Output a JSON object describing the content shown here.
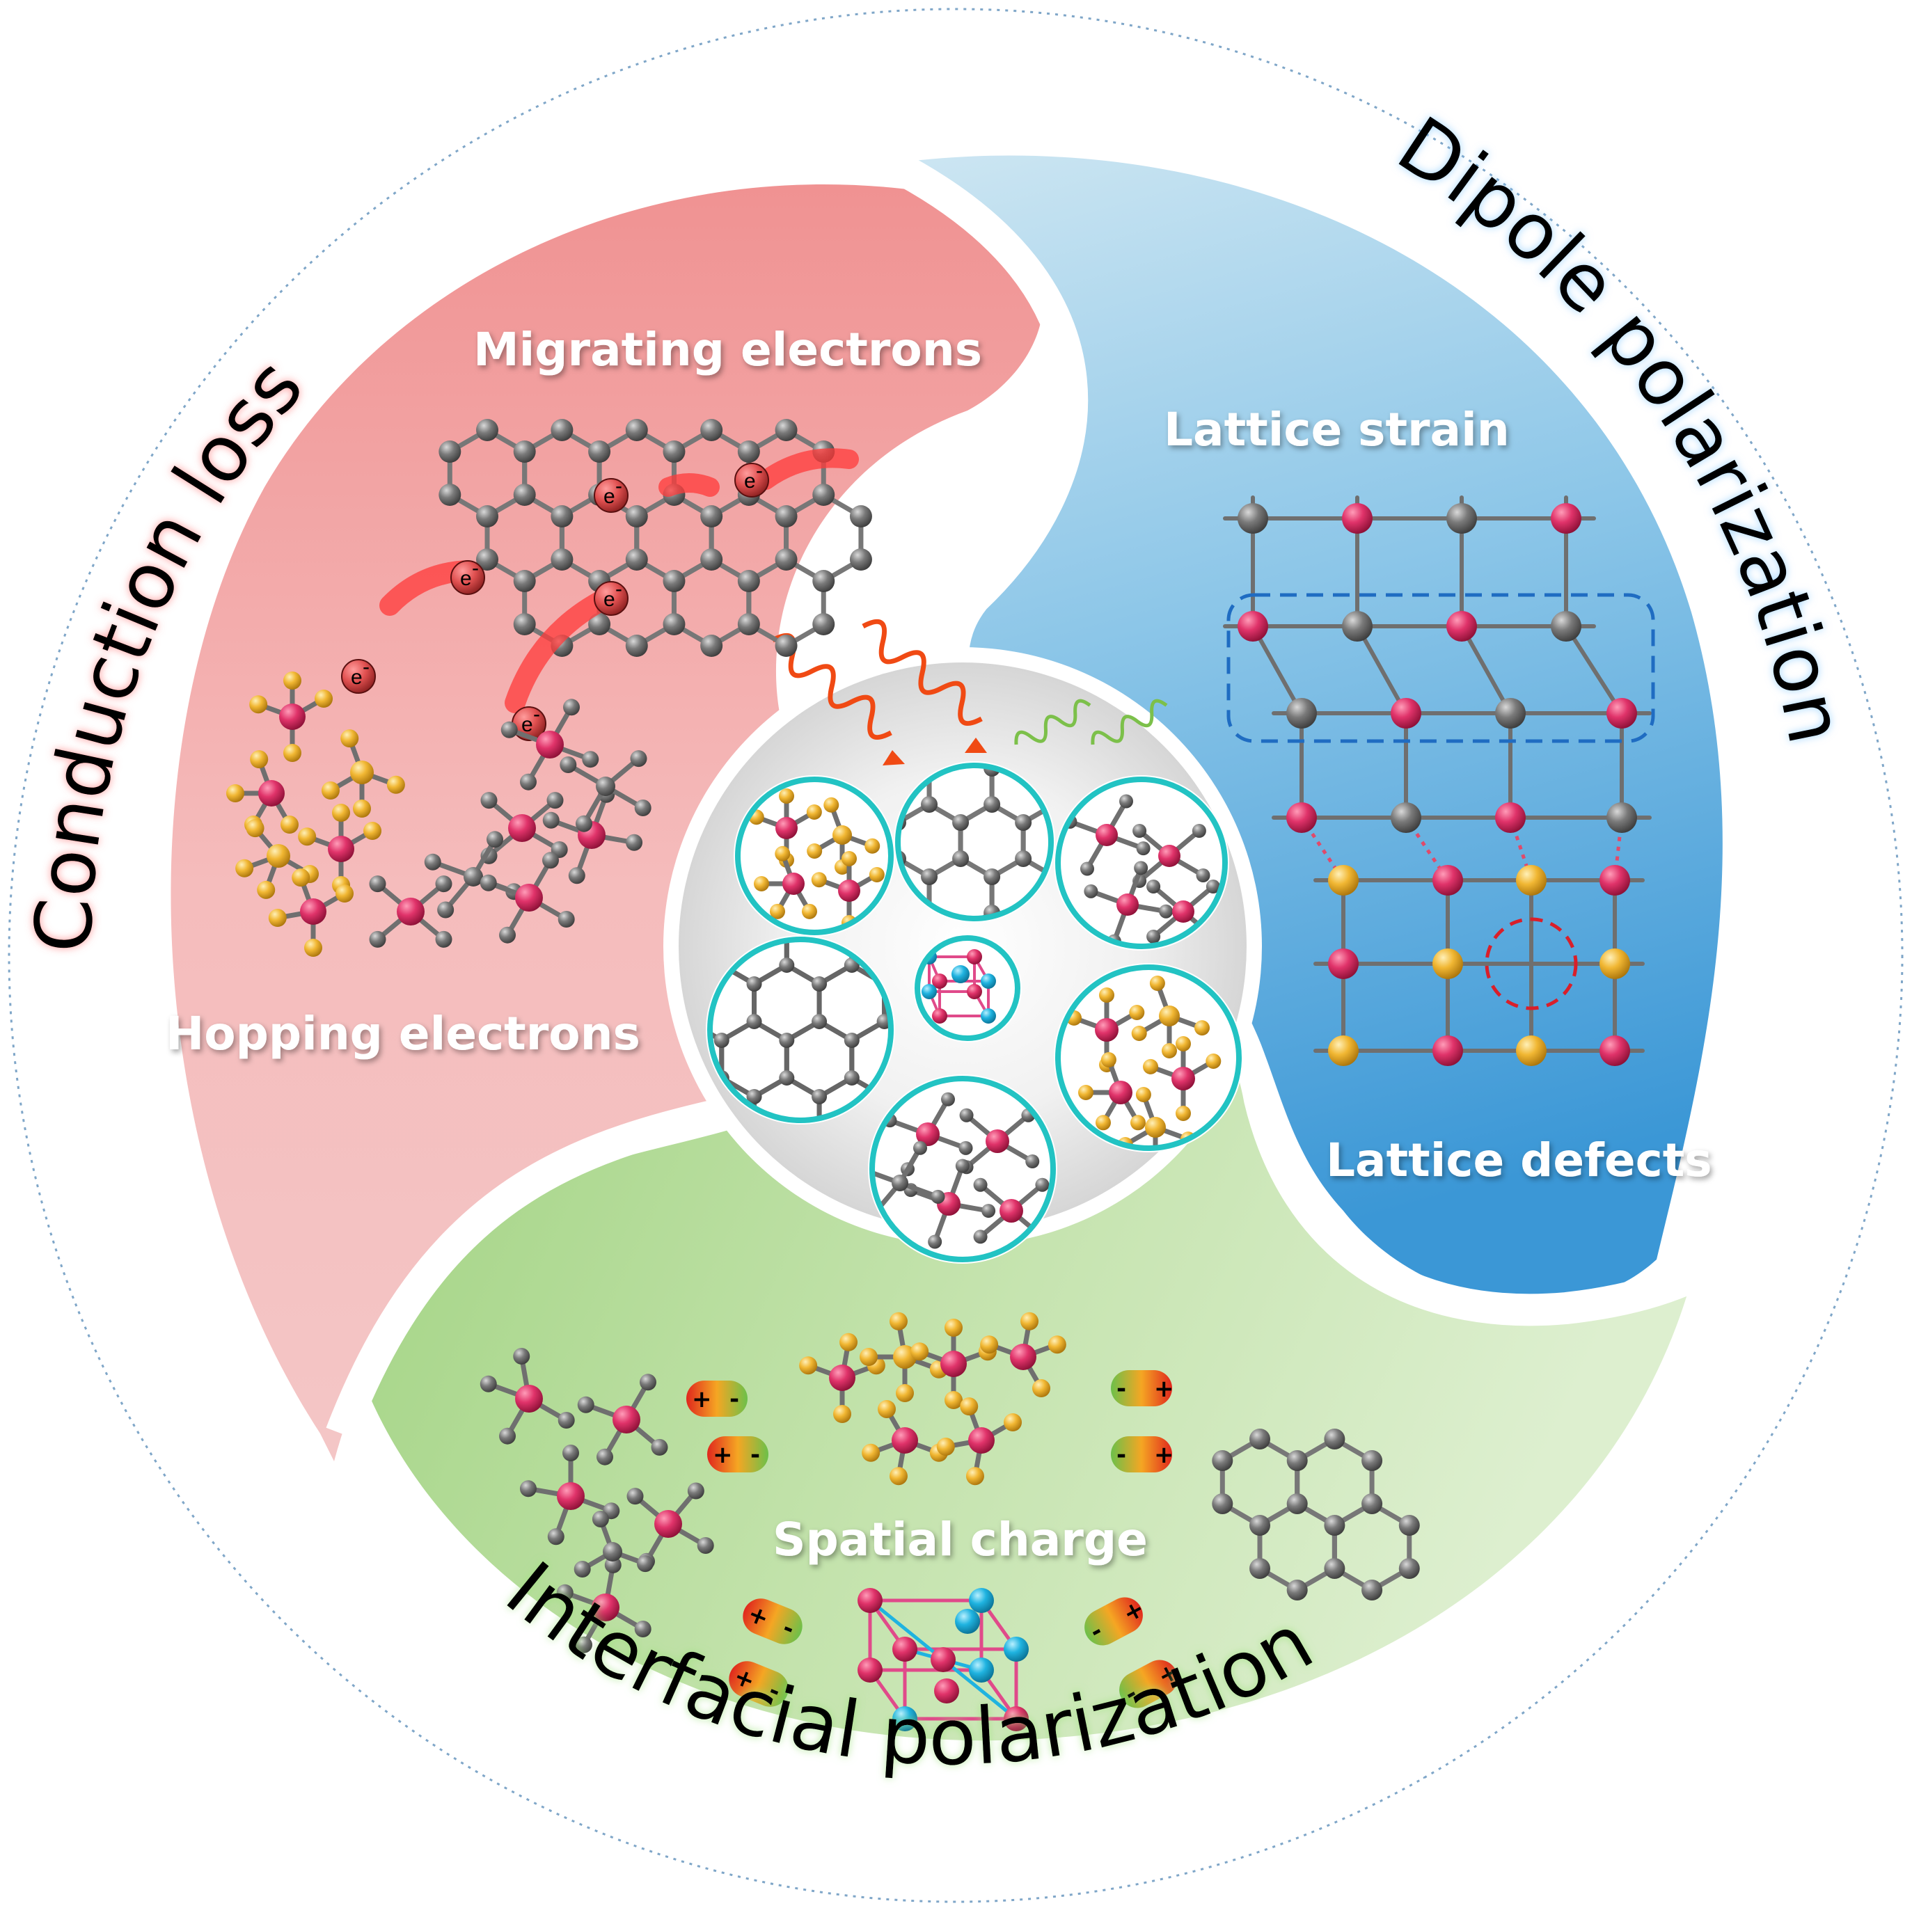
{
  "titles": {
    "conduction": "Conduction loss",
    "dipole": "Dipole polarization",
    "interfacial": "Interfacial polarization"
  },
  "labels": {
    "migrating": "Migrating electrons",
    "hopping": "Hopping electrons",
    "lattice_strain": "Lattice strain",
    "lattice_defects": "Lattice defects",
    "spatial_charge": "Spatial charge"
  },
  "electron_symbol": "e",
  "electron_superscript": "-",
  "plus_sign": "+",
  "minus_sign": "-",
  "colors": {
    "conduction_region": "#f19a9a",
    "dipole_region": "#4aa3d9",
    "interfacial_region": "#a6d48a",
    "carbon_atom": "#6d6d6d",
    "pink_atom": "#e0336a",
    "gold_atom": "#f1b733",
    "cyan_atom": "#1fb3e0",
    "bubble_ring": "#22c3c3"
  }
}
